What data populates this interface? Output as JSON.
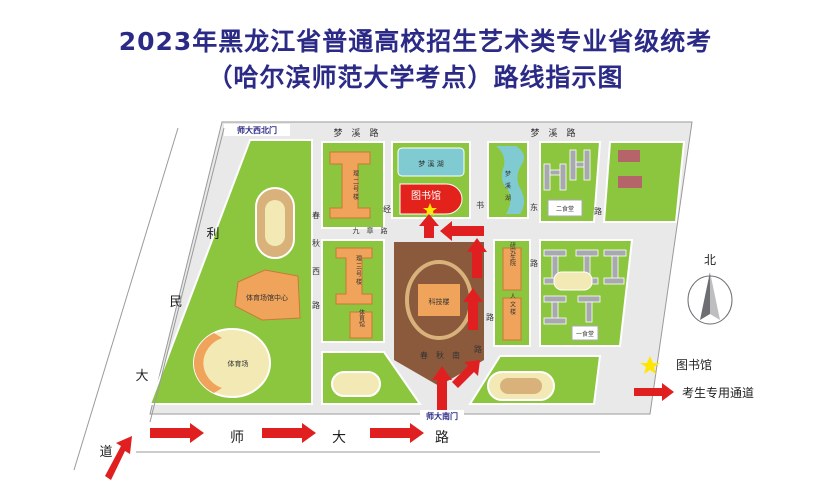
{
  "title": {
    "line1": "2023年黑龙江省普通高校招生艺术类专业省级统考",
    "line2": "（哈尔滨师范大学考点）路线指示图"
  },
  "gates": {
    "west_north": "师大西北门",
    "south": "师大南门"
  },
  "roads": {
    "mengxi_1": "梦　溪　路",
    "mengxi_2": "梦　溪　路",
    "limin_1": "利",
    "limin_2": "民",
    "limin_3": "大",
    "limin_4": "道",
    "shida_1": "师",
    "shida_2": "大",
    "shida_3": "路",
    "chun": "春",
    "qiu": "秋",
    "xi": "西",
    "lu_west": "路",
    "jing": "经",
    "shu": "书",
    "jiuzhang": "九　章　路",
    "dong": "东",
    "lu_east": "路",
    "lu_east2": "路",
    "lu_mid": "路",
    "chunqiunan": "春　秋　南",
    "lu_south": "路"
  },
  "buildings": {
    "library": "图书馆",
    "mengxi_lake": "梦 溪 湖",
    "li_er": "理 二 号 楼",
    "li_san": "理 三 号 楼",
    "tiyuguan": "体育馆",
    "tiyu_center": "体育场馆中心",
    "tiyuchang": "体育场",
    "kejilou": "科技楼",
    "yanjiusheng": "研究生院",
    "renwen": "人 文 楼",
    "ershitang": "二食堂",
    "mengxi_v1": "梦",
    "mengxi_v2": "溪",
    "mengxi_v3": "湖",
    "yishitang": "一食堂"
  },
  "compass": {
    "label": "北"
  },
  "legend": {
    "library": "图书馆",
    "path": "考生专用通道"
  },
  "colors": {
    "title": "#2b2a86",
    "road": "#ffffff",
    "block": "#8cc63f",
    "building": "#f0a35a",
    "arrow": "#e02020",
    "library": "#e3231b",
    "lake": "#7fcbd1",
    "center": "#8b5a3c"
  }
}
